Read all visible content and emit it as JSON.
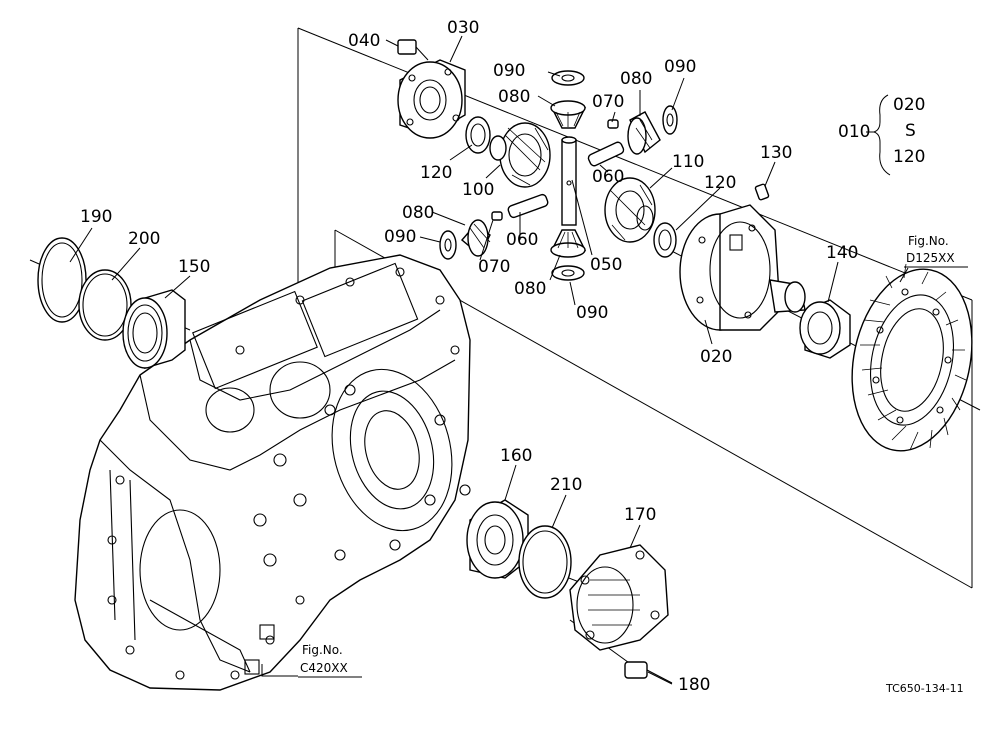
{
  "diagram": {
    "part_labels": [
      "040",
      "030",
      "090",
      "080",
      "070",
      "080",
      "090",
      "010",
      "020",
      "120",
      "120",
      "100",
      "060",
      "110",
      "130",
      "120",
      "080",
      "090",
      "060",
      "070",
      "050",
      "080",
      "090",
      "190",
      "200",
      "150",
      "140",
      "020",
      "160",
      "210",
      "170",
      "180"
    ],
    "range_label": {
      "top": "020",
      "symbol": "S",
      "bottom": "120"
    },
    "fig_refs": [
      {
        "title": "Fig.No.",
        "code": "D125XX"
      },
      {
        "title": "Fig.No.",
        "code": "C420XX"
      }
    ],
    "drawing_code": "TC650-134-11"
  }
}
